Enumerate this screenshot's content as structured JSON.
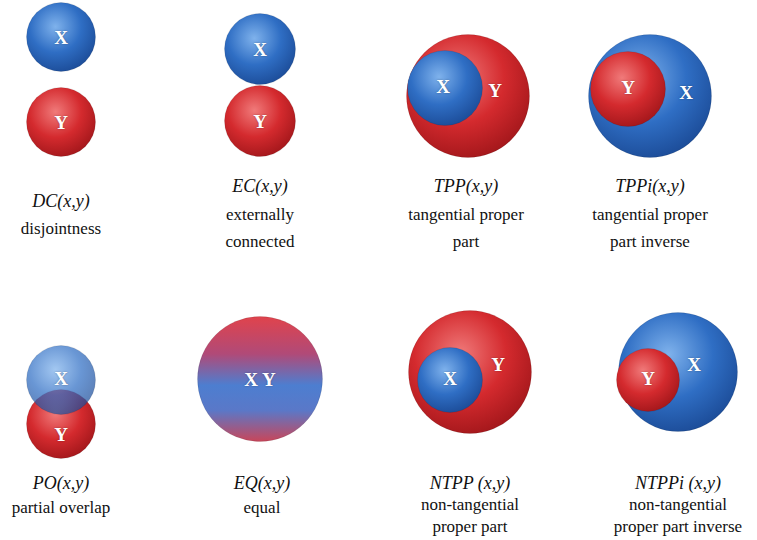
{
  "diagram": {
    "nodes": [
      {
        "text": [
          "X"
        ]
      },
      {
        "text": [
          "Y"
        ]
      },
      {
        "text": [
          "X"
        ]
      },
      {
        "text": [
          "Y"
        ]
      },
      {
        "text": [
          "Y"
        ]
      },
      {
        "text": [
          "X"
        ],
        "in": 4
      },
      {
        "text": [
          "X"
        ]
      },
      {
        "text": [
          "Y"
        ],
        "in": 6
      },
      {
        "text": [
          "X"
        ]
      },
      {
        "text": [
          "Y"
        ]
      },
      {
        "text": [
          "X Y"
        ]
      },
      {
        "text": [
          "Y"
        ]
      },
      {
        "text": [
          "X"
        ],
        "in": 11
      },
      {
        "text": [
          "X"
        ]
      },
      {
        "text": [
          "Y"
        ],
        "in": 13
      }
    ],
    "labels": [
      "DC(x,y)",
      "disjointness",
      "EC(x,y)",
      "externally connected",
      "TPP(x,y)",
      "tangential proper part",
      "TPPi(x,y)",
      "tangential proper part inverse",
      "PO(x,y)",
      "partial overlap",
      "EQ(x,y)",
      "equal",
      "NTPP (x,y)",
      "non-tangential proper part",
      "NTPPi (x,y)",
      "non-tangential proper part inverse"
    ]
  }
}
